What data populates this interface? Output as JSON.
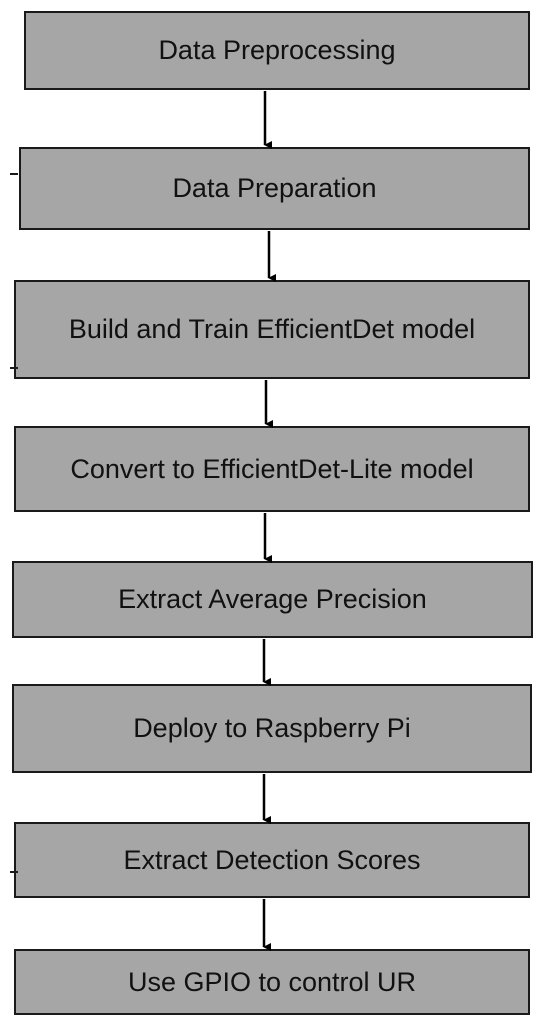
{
  "steps": [
    {
      "label": "Data Preprocessing"
    },
    {
      "label": "Data Preparation"
    },
    {
      "label": "Build and Train EfficientDet model"
    },
    {
      "label": "Convert to EfficientDet-Lite model"
    },
    {
      "label": "Extract Average Precision"
    },
    {
      "label": "Deploy to Raspberry Pi"
    },
    {
      "label": "Extract Detection Scores"
    },
    {
      "label": "Use GPIO to control UR"
    }
  ],
  "colors": {
    "box_fill": "#a6a6a6",
    "box_border": "#1a1a1a",
    "arrow": "#000000",
    "text": "#111111"
  }
}
